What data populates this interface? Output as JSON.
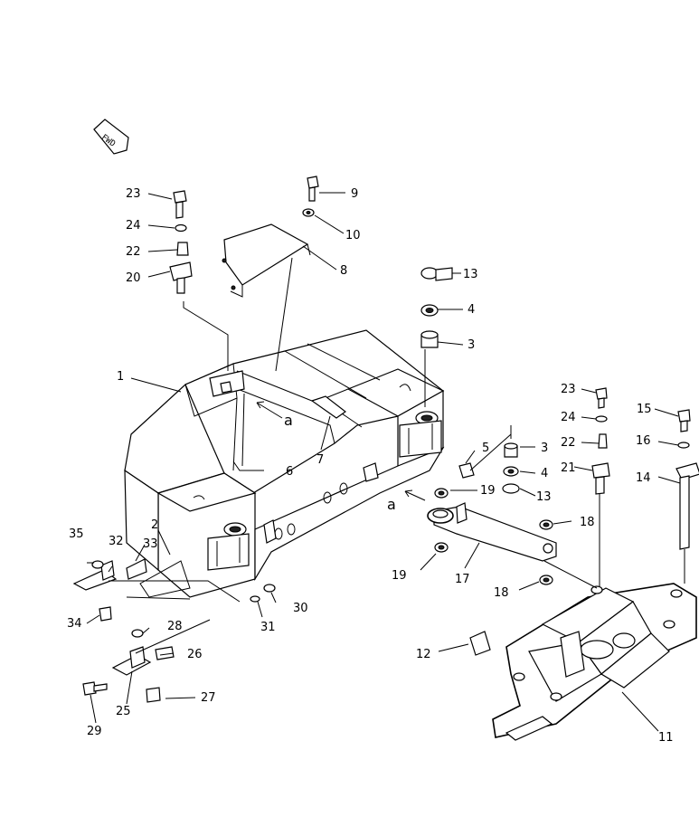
{
  "diagram": {
    "direction_marker": "FWD",
    "view_marker": "a",
    "part_numbers": [
      "1",
      "2",
      "3",
      "4",
      "5",
      "6",
      "7",
      "8",
      "9",
      "10",
      "11",
      "12",
      "13",
      "14",
      "15",
      "16",
      "17",
      "18",
      "19",
      "20",
      "21",
      "22",
      "23",
      "24",
      "25",
      "26",
      "27",
      "28",
      "29",
      "30",
      "31",
      "32",
      "33",
      "34",
      "35"
    ],
    "labels": {
      "l1": "1",
      "l2": "2",
      "l3a": "3",
      "l3b": "3",
      "l4a": "4",
      "l4b": "4",
      "l5": "5",
      "l6": "6",
      "l7": "7",
      "l8": "8",
      "l9": "9",
      "l10": "10",
      "l11": "11",
      "l12": "12",
      "l13a": "13",
      "l13b": "13",
      "l14": "14",
      "l15": "15",
      "l16": "16",
      "l17": "17",
      "l18a": "18",
      "l18b": "18",
      "l19a": "19",
      "l19b": "19",
      "l20": "20",
      "l21": "21",
      "l22a": "22",
      "l22b": "22",
      "l23a": "23",
      "l23b": "23",
      "l24a": "24",
      "l24b": "24",
      "l25": "25",
      "l26": "26",
      "l27": "27",
      "l28": "28",
      "l29": "29",
      "l30": "30",
      "l31": "31",
      "l32": "32",
      "l33": "33",
      "l34": "34",
      "l35": "35",
      "a1": "a",
      "a2": "a"
    }
  }
}
